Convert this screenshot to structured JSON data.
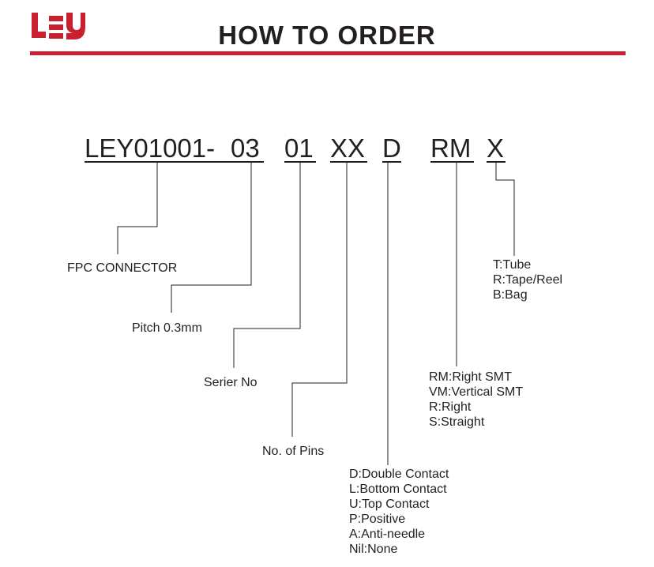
{
  "colors": {
    "accent": "#c8202f",
    "text": "#231f20"
  },
  "logo_text": "LEY",
  "title": "HOW TO ORDER",
  "code": {
    "base": "LEY01001-",
    "pitch": "03",
    "series": "01",
    "pins": "XX",
    "contact": "D",
    "mount": "RM",
    "pack": "X"
  },
  "labels": {
    "fpc": "FPC CONNECTOR",
    "pitch": "Pitch 0.3mm",
    "series": "Serier No",
    "pins": "No. of Pins"
  },
  "packaging_options": [
    "T:Tube",
    "R:Tape/Reel",
    "B:Bag"
  ],
  "mount_options": [
    "RM:Right SMT",
    "VM:Vertical SMT",
    "R:Right",
    "S:Straight"
  ],
  "contact_options": [
    "D:Double Contact",
    "L:Bottom Contact",
    "U:Top Contact",
    "P:Positive",
    "A:Anti-needle",
    "Nil:None"
  ]
}
